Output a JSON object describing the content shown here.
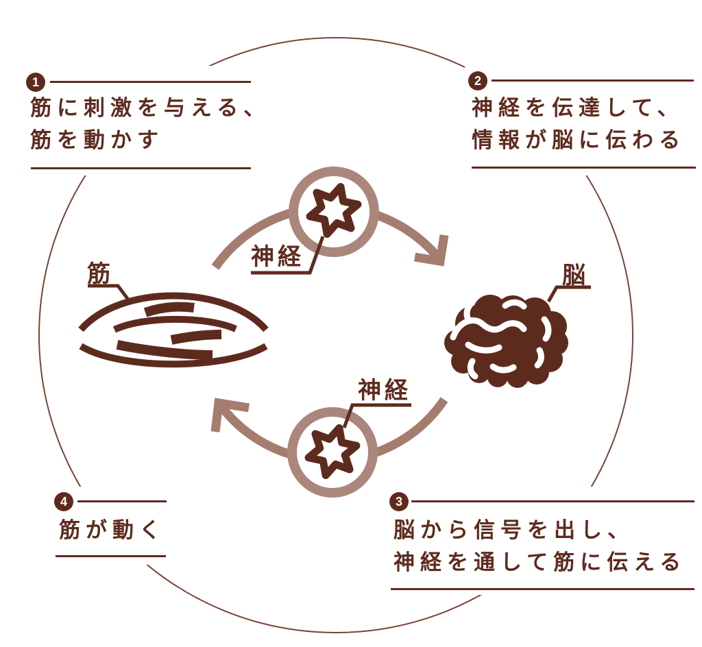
{
  "colors": {
    "dark_brown": "#5d2b1e",
    "rosy_brown": "#a57d6f",
    "ring_brown": "#aa867d",
    "background": "#ffffff"
  },
  "diagram": {
    "steps": [
      {
        "number": "1",
        "line1": "筋に刺激を与える、",
        "line2": "筋を動かす"
      },
      {
        "number": "2",
        "line1": "神経を伝達して、",
        "line2": "情報が脳に伝わる"
      },
      {
        "number": "3",
        "line1": "脳から信号を出し、",
        "line2": "神経を通して筋に伝える"
      },
      {
        "number": "4",
        "line1": "筋が動く",
        "line2": ""
      }
    ],
    "part_labels": {
      "muscle": "筋",
      "brain": "脳",
      "nerve_top": "神経",
      "nerve_bottom": "神経"
    }
  }
}
